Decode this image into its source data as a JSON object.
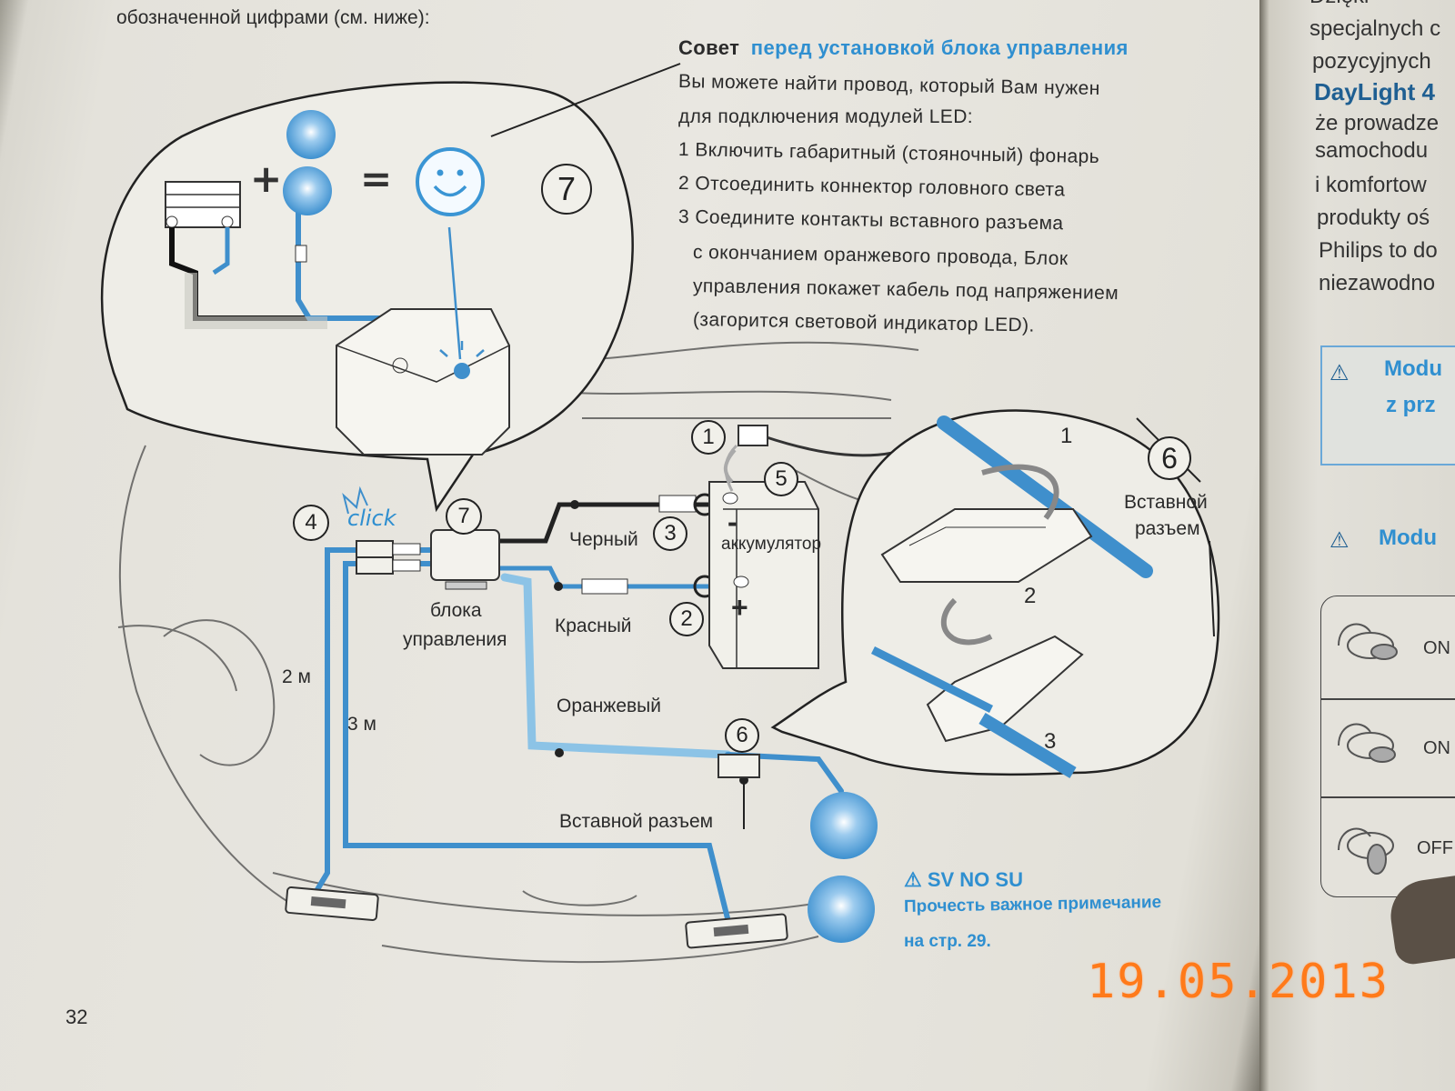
{
  "top_text": "обозначенной цифрами (см. ниже):",
  "tip": {
    "title_word": "Совет",
    "title_rest": "перед установкой блока управления",
    "lines": [
      "Вы можете найти провод, который Вам нужен",
      "для подключения модулей LED:",
      "1 Включить габаритный (стояночный) фонарь",
      "2 Отсоединить коннектор головного света",
      "3 Соедините контакты  вставного разъема",
      "с окончанием оранжевого провода, Блок",
      "управления покажет кабель под напряжением",
      "(загорится световой индикатор LED)."
    ]
  },
  "diagram": {
    "click": "click",
    "num_7_top": "7",
    "num_1": "1",
    "num_2": "2",
    "num_3": "3",
    "num_4": "4",
    "num_5": "5",
    "num_6": "6",
    "num_7": "7",
    "black": "Черный",
    "red": "Красный",
    "battery": "аккумулятор",
    "control_unit_1": "блока",
    "control_unit_2": "управления",
    "orange": "Оранжевый",
    "plug": "Вставной разъем",
    "len_2m": "2 м",
    "len_3m": "3 м",
    "minus": "-",
    "plus": "+",
    "detail_1": "1",
    "detail_2": "2",
    "detail_3": "3",
    "detail_num_6": "6",
    "detail_label_1": "Вставной",
    "detail_label_2": "разъем",
    "equation_plus": "+",
    "equation_equals": "="
  },
  "notice": {
    "title": "⚠ SV NO SU",
    "line1": "Прочесть важное примечание",
    "line2": "на стр. 29."
  },
  "page_number": "32",
  "date_stamp": "19.05.2013",
  "right_page": {
    "lines": [
      "Dzięki",
      "specjalnych c",
      "pozycyjnych",
      "DayLight 4",
      "że prowadze",
      "samochodu",
      "i komfortow",
      "produkty oś",
      "Philips to do",
      "niezawodno"
    ],
    "box1_line1": "Modu",
    "box1_line2": "z prz",
    "heading2": "Modu",
    "switch_on_1": "ON",
    "switch_on_2": "ON",
    "switch_off": "OFF"
  },
  "colors": {
    "accent_blue": "#2f8fd0",
    "wire_blue": "#3f8fcc",
    "light_blue": "#8cc3e6",
    "date_orange": "#ff7a1a"
  }
}
